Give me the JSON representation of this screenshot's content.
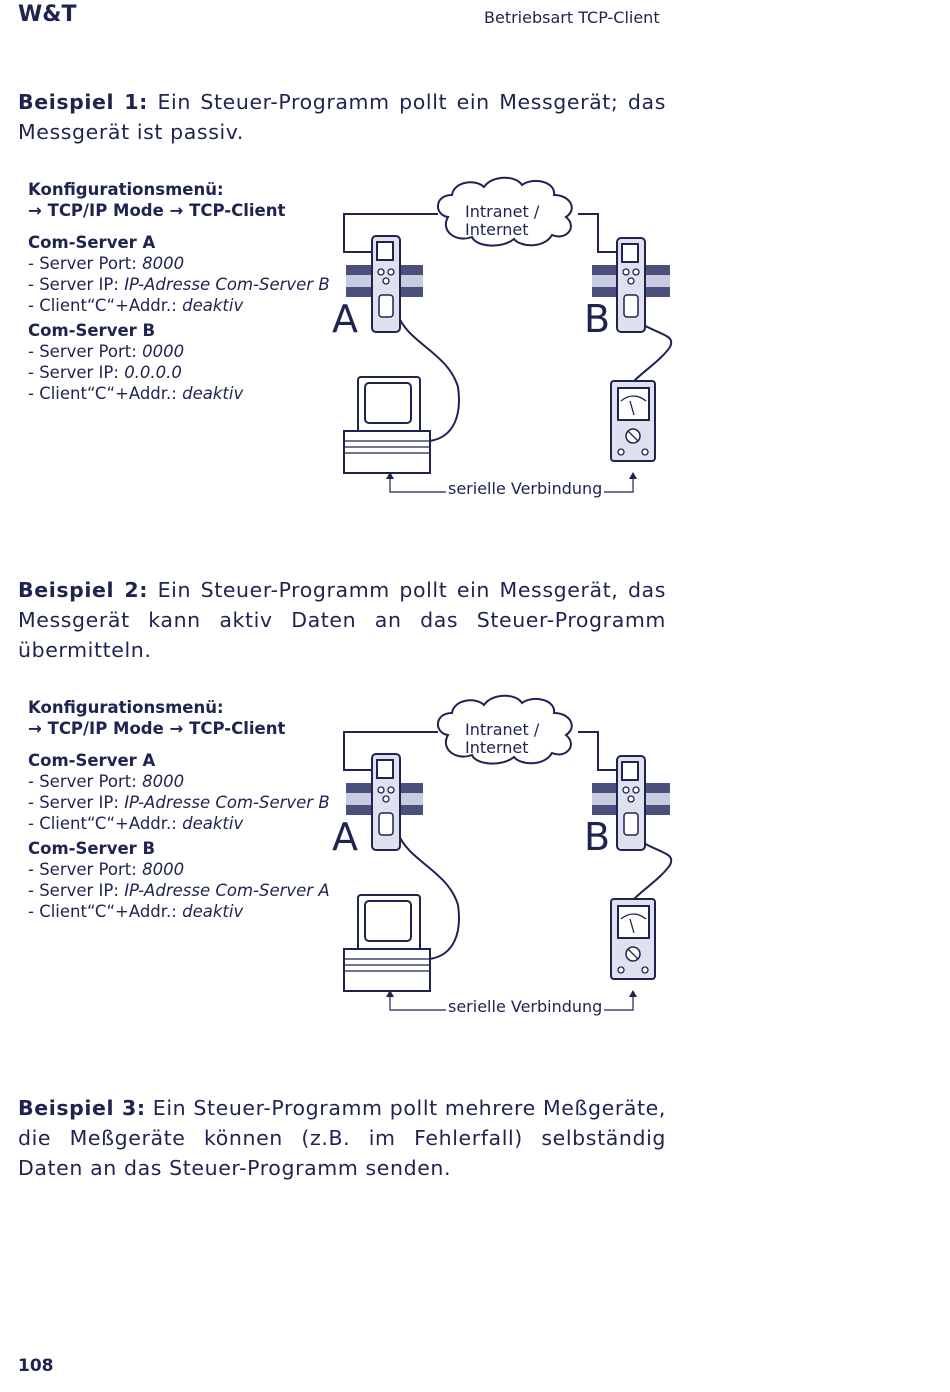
{
  "header": {
    "brand": "W&T",
    "running_title": "Betriebsart TCP-Client"
  },
  "examples": [
    {
      "title": "Beispiel 1:",
      "text": "Ein Steuer-Programm pollt ein Messgerät; das Messgerät ist passiv.",
      "config": {
        "heading": "Konfigurationsmenü:",
        "path": "→ TCP/IP Mode → TCP-Client",
        "server_a": {
          "title": "Com-Server A",
          "port_label": "- Server Port: ",
          "port_value": "8000",
          "ip_label": "- Server IP: ",
          "ip_value": "IP-Adresse Com-Server B",
          "client_label": "- Client“C“+Addr.: ",
          "client_value": "deaktiv"
        },
        "server_b": {
          "title": "Com-Server B",
          "port_label": "- Server Port: ",
          "port_value": "0000",
          "ip_label": "- Server IP: ",
          "ip_value": "0.0.0.0",
          "client_label": "- Client“C“+Addr.: ",
          "client_value": "deaktiv"
        }
      },
      "diagram": {
        "cloud_line1": "Intranet /",
        "cloud_line2": "Internet",
        "label_a": "A",
        "label_b": "B",
        "serial_label": "serielle Verbindung"
      }
    },
    {
      "title": "Beispiel 2:",
      "text": "Ein Steuer-Programm pollt ein Messgerät, das Messgerät kann aktiv Daten an das Steuer-Programm übermitteln.",
      "config": {
        "heading": "Konfigurationsmenü:",
        "path": "→ TCP/IP Mode → TCP-Client",
        "server_a": {
          "title": "Com-Server A",
          "port_label": "- Server Port: ",
          "port_value": "8000",
          "ip_label": "- Server IP: ",
          "ip_value": "IP-Adresse Com-Server B",
          "client_label": "- Client“C“+Addr.: ",
          "client_value": "deaktiv"
        },
        "server_b": {
          "title": "Com-Server B",
          "port_label": "- Server Port: ",
          "port_value": "8000",
          "ip_label": "- Server IP: ",
          "ip_value": "IP-Adresse Com-Server A",
          "client_label": "- Client“C“+Addr.: ",
          "client_value": "deaktiv"
        }
      },
      "diagram": {
        "cloud_line1": "Intranet /",
        "cloud_line2": "Internet",
        "label_a": "A",
        "label_b": "B",
        "serial_label": "serielle Verbindung"
      }
    },
    {
      "title": "Beispiel 3:",
      "text": "Ein Steuer-Programm pollt mehrere Meßgeräte, die Meßgeräte können (z.B. im Fehlerfall) selbständig Daten an das Steuer-Programm senden."
    }
  ],
  "footer": {
    "page_number": "108"
  },
  "colors": {
    "text": "#1f2350",
    "rail": "#4a4f7c",
    "device_fill": "#dfe1ef"
  }
}
